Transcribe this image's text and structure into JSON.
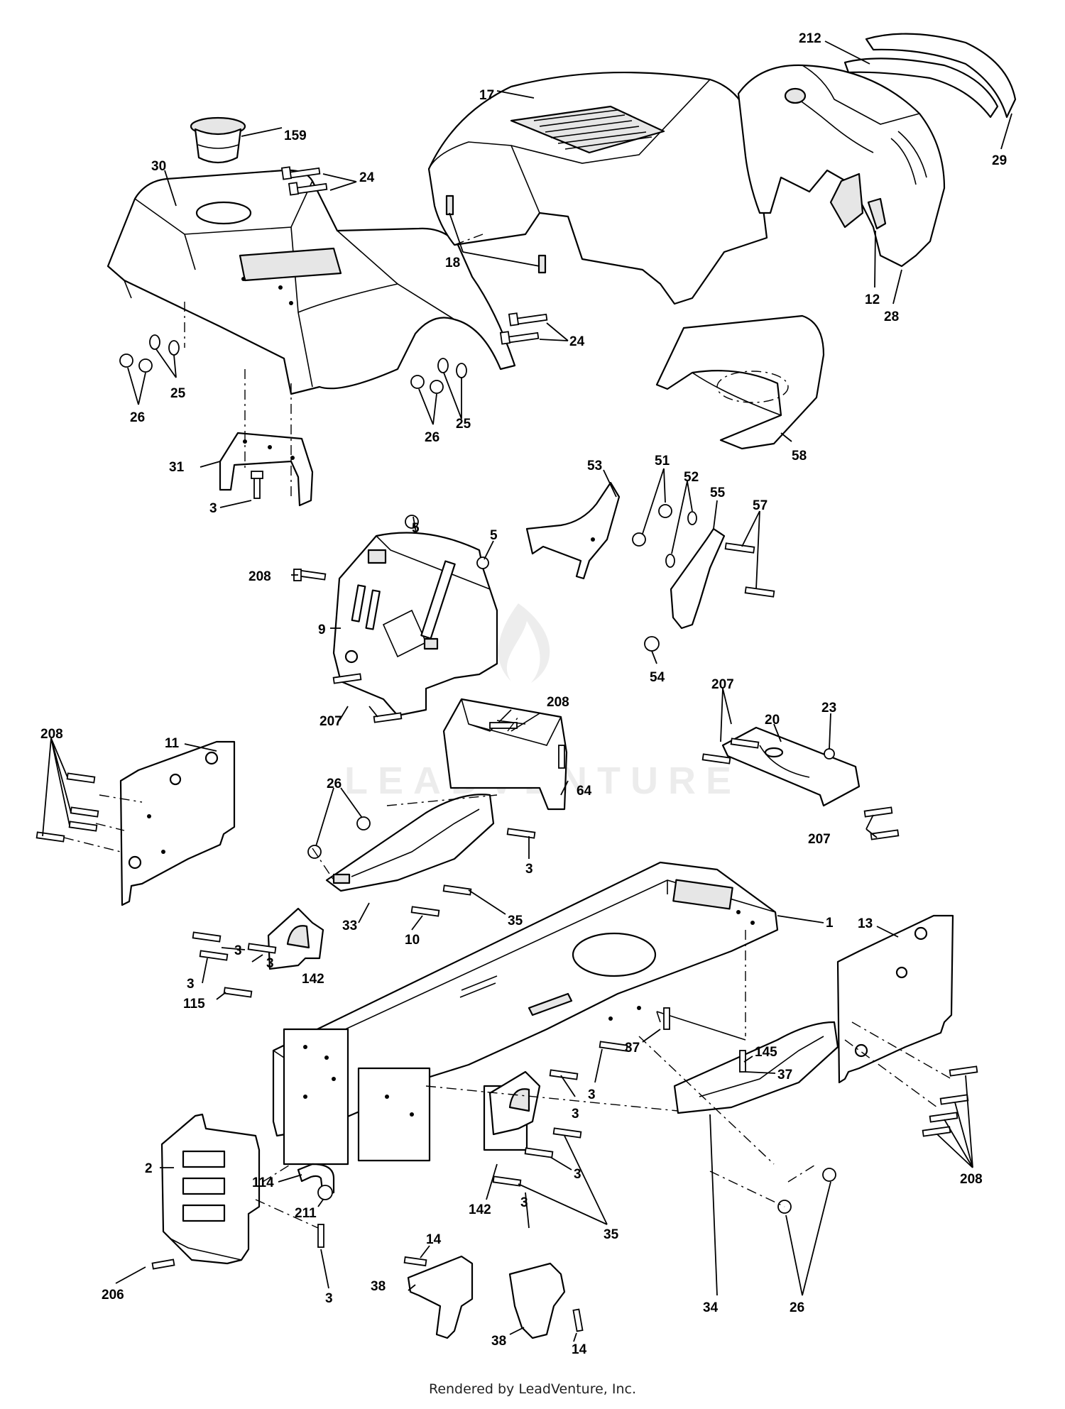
{
  "watermark": "LEADVENTURE",
  "footer": "Rendered by LeadVenture, Inc.",
  "callouts": [
    {
      "id": "c159",
      "text": "159"
    },
    {
      "id": "c30",
      "text": "30"
    },
    {
      "id": "c24a",
      "text": "24"
    },
    {
      "id": "c17",
      "text": "17"
    },
    {
      "id": "c212",
      "text": "212"
    },
    {
      "id": "c29",
      "text": "29"
    },
    {
      "id": "c18",
      "text": "18"
    },
    {
      "id": "c12",
      "text": "12"
    },
    {
      "id": "c28",
      "text": "28"
    },
    {
      "id": "c24b",
      "text": "24"
    },
    {
      "id": "c26a",
      "text": "26"
    },
    {
      "id": "c25a",
      "text": "25"
    },
    {
      "id": "c26b",
      "text": "26"
    },
    {
      "id": "c25b",
      "text": "25"
    },
    {
      "id": "c58",
      "text": "58"
    },
    {
      "id": "c31",
      "text": "31"
    },
    {
      "id": "c3a",
      "text": "3"
    },
    {
      "id": "c53",
      "text": "53"
    },
    {
      "id": "c51",
      "text": "51"
    },
    {
      "id": "c52",
      "text": "52"
    },
    {
      "id": "c55",
      "text": "55"
    },
    {
      "id": "c57",
      "text": "57"
    },
    {
      "id": "c5a",
      "text": "5"
    },
    {
      "id": "c5b",
      "text": "5"
    },
    {
      "id": "c208a",
      "text": "208"
    },
    {
      "id": "c9",
      "text": "9"
    },
    {
      "id": "c54",
      "text": "54"
    },
    {
      "id": "c207a",
      "text": "207"
    },
    {
      "id": "c20",
      "text": "20"
    },
    {
      "id": "c23",
      "text": "23"
    },
    {
      "id": "c208b",
      "text": "208"
    },
    {
      "id": "c207b",
      "text": "207"
    },
    {
      "id": "c11",
      "text": "11"
    },
    {
      "id": "c208c",
      "text": "208"
    },
    {
      "id": "c64",
      "text": "64"
    },
    {
      "id": "c207c",
      "text": "207"
    },
    {
      "id": "c26c",
      "text": "26"
    },
    {
      "id": "c3b",
      "text": "3"
    },
    {
      "id": "c35a",
      "text": "35"
    },
    {
      "id": "c33",
      "text": "33"
    },
    {
      "id": "c10",
      "text": "10"
    },
    {
      "id": "c1",
      "text": "1"
    },
    {
      "id": "c13",
      "text": "13"
    },
    {
      "id": "c3c",
      "text": "3"
    },
    {
      "id": "c3d",
      "text": "3"
    },
    {
      "id": "c142a",
      "text": "142"
    },
    {
      "id": "c3e",
      "text": "3"
    },
    {
      "id": "c115",
      "text": "115"
    },
    {
      "id": "c37a",
      "text": "37"
    },
    {
      "id": "c145",
      "text": "145"
    },
    {
      "id": "c37b",
      "text": "37"
    },
    {
      "id": "c3f",
      "text": "3"
    },
    {
      "id": "c3g",
      "text": "3"
    },
    {
      "id": "c114",
      "text": "114"
    },
    {
      "id": "c211",
      "text": "211"
    },
    {
      "id": "c2",
      "text": "2"
    },
    {
      "id": "c142b",
      "text": "142"
    },
    {
      "id": "c3h",
      "text": "3"
    },
    {
      "id": "c3i",
      "text": "3"
    },
    {
      "id": "c35b",
      "text": "35"
    },
    {
      "id": "c206",
      "text": "206"
    },
    {
      "id": "c3j",
      "text": "3"
    },
    {
      "id": "c208d",
      "text": "208"
    },
    {
      "id": "c14a",
      "text": "14"
    },
    {
      "id": "c38a",
      "text": "38"
    },
    {
      "id": "c34",
      "text": "34"
    },
    {
      "id": "c26d",
      "text": "26"
    },
    {
      "id": "c38b",
      "text": "38"
    },
    {
      "id": "c14b",
      "text": "14"
    }
  ]
}
